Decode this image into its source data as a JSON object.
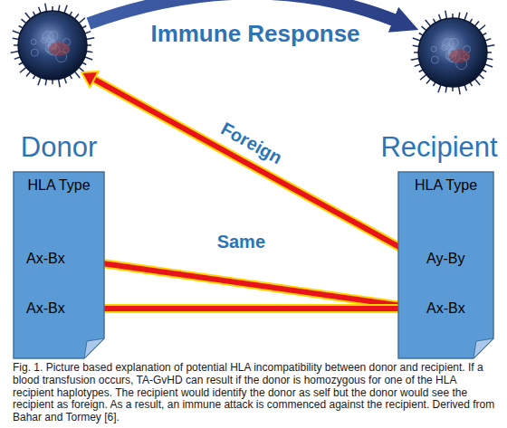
{
  "diagram": {
    "caption": "Fig. 1. Picture based explanation of potential HLA incompatibility between donor and recipient. If a blood transfusion occurs, TA-GvHD can result if the donor is homozygous for one of the HLA recipient haplotypes. The recipient would identify the donor as self but the donor would see the recipient as foreign. As a result, an immune attack is commenced against the recipient. Derived from Bahar and Tormey [6].",
    "nodes": [
      {
        "text": [
          "Donor",
          "HLA Type"
        ]
      },
      {
        "text": [
          "Ax-Bx"
        ],
        "in": 0
      },
      {
        "text": [
          "Ax-Bx"
        ],
        "in": 0
      },
      {
        "text": [
          "Recipient",
          "HLA Type"
        ]
      },
      {
        "text": [
          "Ay-By"
        ],
        "in": 3
      },
      {
        "text": [
          "Ax-Bx"
        ],
        "in": 3
      }
    ],
    "edges": [
      {
        "from": 1,
        "to": 5,
        "arrow": "both",
        "label": "Same"
      },
      {
        "from": 2,
        "to": 5,
        "arrow": "both"
      }
    ],
    "labels": [
      "Immune Response",
      "Foreign"
    ]
  }
}
